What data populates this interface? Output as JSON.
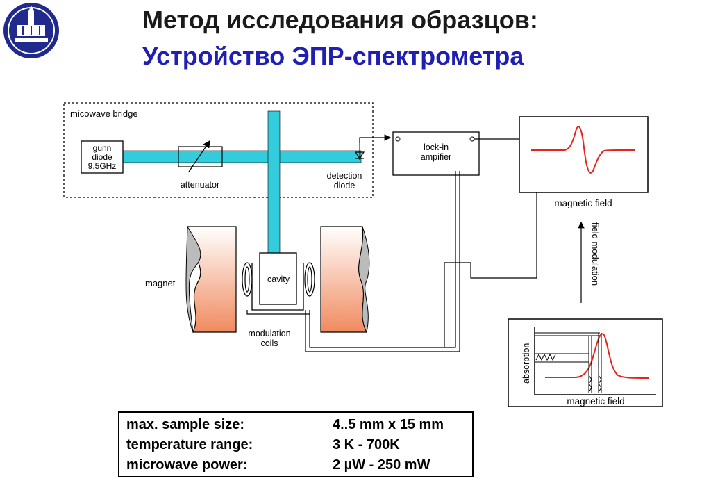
{
  "header": {
    "title": "Метод исследования образцов:",
    "subtitle": "Устройство ЭПР-спектрометра"
  },
  "diagram": {
    "bridge_label": "micowave bridge",
    "gunn_diode": [
      "gunn",
      "diode",
      "9.5GHz"
    ],
    "attenuator": "attenuator",
    "detection_diode": [
      "detection",
      "diode"
    ],
    "lock_in": [
      "lock-in",
      "ampifier"
    ],
    "magnet": "magnet",
    "cavity": "cavity",
    "modulation_coils": [
      "modulation",
      "coils"
    ],
    "field_modulation": "field modulation",
    "spectrum_xlabel": "magnetic field",
    "absorption_xlabel": "magnetic field",
    "absorption_ylabel": "absorption"
  },
  "specs": [
    {
      "label": "max. sample size:",
      "value": "4..5 mm x 15 mm"
    },
    {
      "label": "temperature range:",
      "value": "3 K - 700K"
    },
    {
      "label": "microwave power:",
      "value": "2 µW - 250 mW"
    }
  ],
  "colors": {
    "waveguide": "#33ccdd",
    "title_dark": "#1a1a1a",
    "title_blue": "#1f1fb4",
    "curve": "#e8231e",
    "magnet_top": "#ffffff",
    "magnet_bottom": "#f08a5e",
    "logo_blue": "#1f2a8c"
  }
}
